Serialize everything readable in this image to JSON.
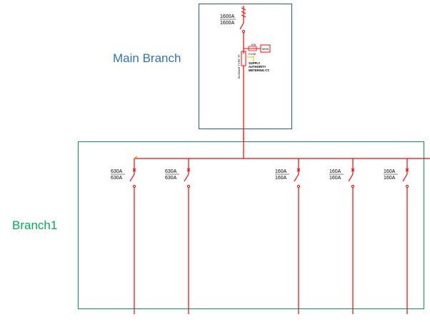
{
  "labels": {
    "main_branch": "Main Branch",
    "branch1": "Branch1"
  },
  "main_breaker": {
    "rating_top": "1600A",
    "rating_bottom": "1600A"
  },
  "fuse": {
    "rating": "10A",
    "label": "FUSE",
    "device": "MMS"
  },
  "meter_text": [
    "SUPPLY",
    "AUTHORITY",
    "METERING CT."
  ],
  "vertical_text": "BUSBAR TYPE TF",
  "feeders": [
    {
      "rating_top": "630A",
      "rating_bottom": "630A"
    },
    {
      "rating_top": "630A",
      "rating_bottom": "630A"
    },
    {
      "rating_top": "160A",
      "rating_bottom": "160A"
    },
    {
      "rating_top": "160A",
      "rating_bottom": "160A"
    },
    {
      "rating_top": "160A",
      "rating_bottom": "160A"
    }
  ],
  "colors": {
    "line": "#ff0000",
    "main_box": "#1f5c99",
    "branch_box": "#00a050",
    "accent": "#e8c000"
  }
}
